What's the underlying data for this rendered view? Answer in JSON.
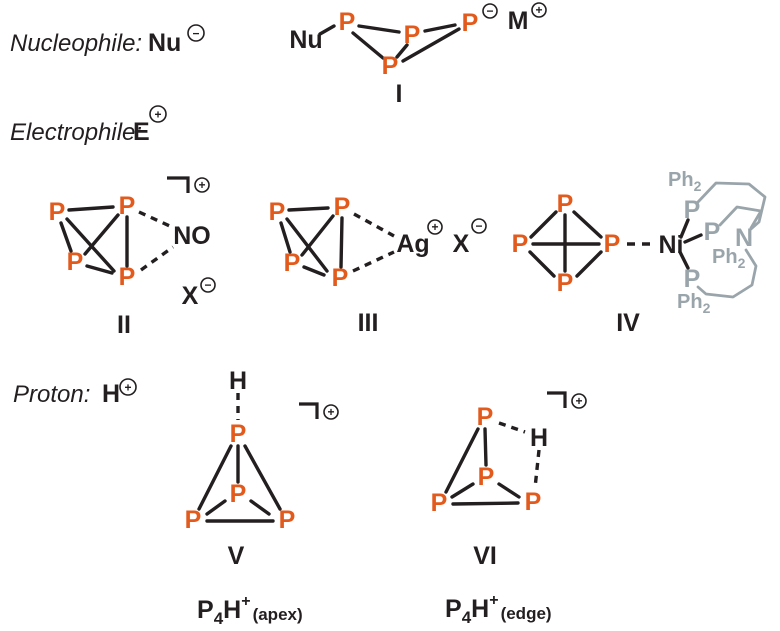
{
  "palette": {
    "phosphorus_orange": "#e25a1c",
    "ligand_gray": "#9aa5ab",
    "ink_black": "#231f20",
    "background": "#ffffff"
  },
  "legend": {
    "nucleophile": {
      "label": "Nucleophile:",
      "symbol": "Nu",
      "charge": "−"
    },
    "electrophile": {
      "label": "Electrophile:",
      "symbol": "E",
      "charge": "+"
    },
    "proton": {
      "label": "Proton:",
      "symbol": "H",
      "charge": "+"
    }
  },
  "symbols": {
    "phosphorus": "P",
    "nucleophile": "Nu",
    "metal_cation": "M",
    "nitrosyl": "NO",
    "counterion": "X",
    "silver": "Ag",
    "nickel": "Ni",
    "nitrogen": "N",
    "hydrogen": "H",
    "phenyl": "Ph",
    "phenyl_sub": "2",
    "plus": "+",
    "minus": "−"
  },
  "numerals": {
    "i": "I",
    "ii": "II",
    "iii": "III",
    "iv": "IV",
    "v": "V",
    "vi": "VI"
  },
  "formulas": {
    "apex": {
      "p": "P",
      "four": "4",
      "h": "H",
      "plus": "+",
      "site": "(apex)"
    },
    "edge": {
      "p": "P",
      "four": "4",
      "h": "H",
      "plus": "+",
      "site": "(edge)"
    }
  }
}
